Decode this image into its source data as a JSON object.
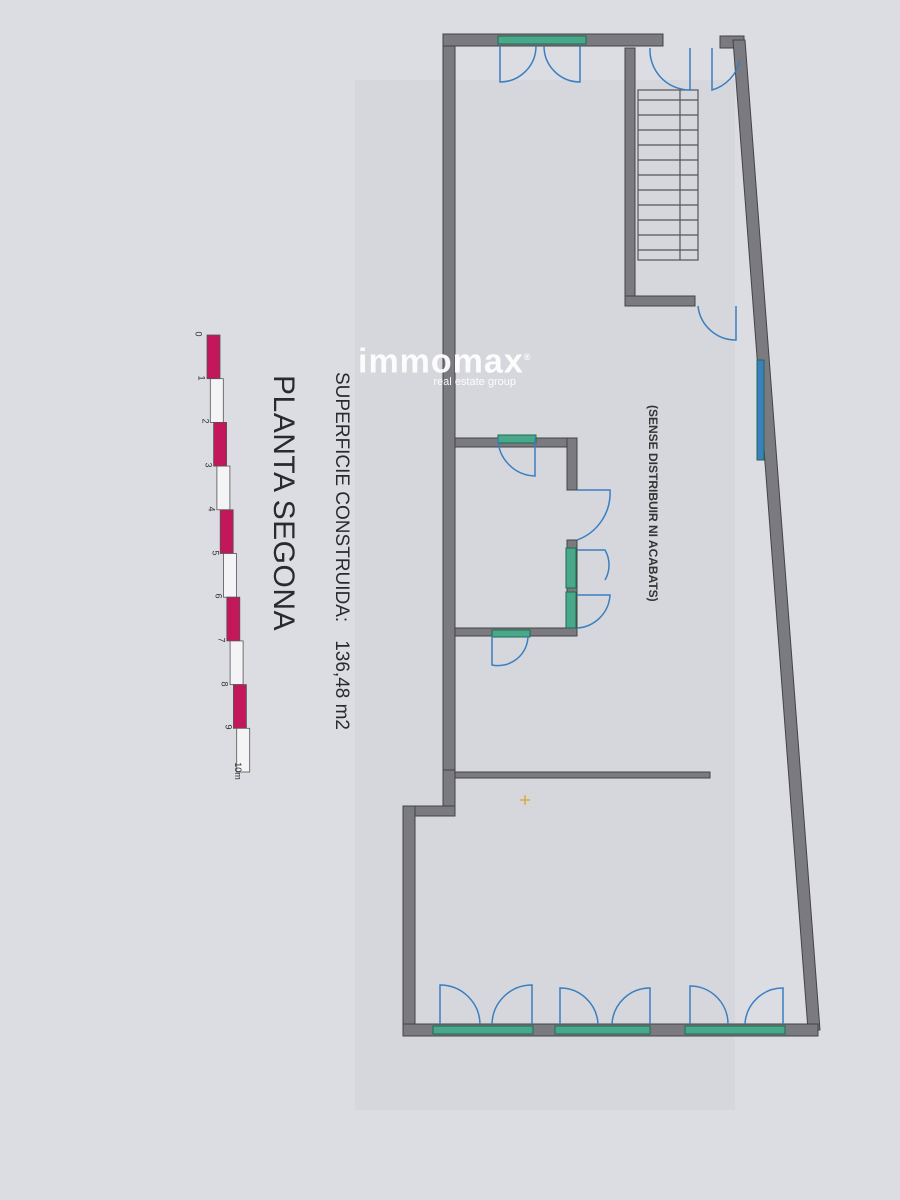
{
  "plan": {
    "title": "PLANTA SEGONA",
    "surface_label": "SUPERFICIE CONSTRUIDA:",
    "surface_value": "136,48 m2",
    "note": "(SENSE DISTRIBUIR NI ACABATS)"
  },
  "scale_bar": {
    "ticks": [
      "0",
      "1",
      "2",
      "3",
      "4",
      "5",
      "6",
      "7",
      "8",
      "9",
      "10m"
    ],
    "color": "#c2185b"
  },
  "watermark": {
    "brand": "immomax",
    "registered": "®",
    "tagline": "real estate group"
  },
  "colors": {
    "wall": "#7a7a80",
    "door": "#3a7fc0",
    "window": "#2e8b6e",
    "paper": "#dcdde3"
  }
}
